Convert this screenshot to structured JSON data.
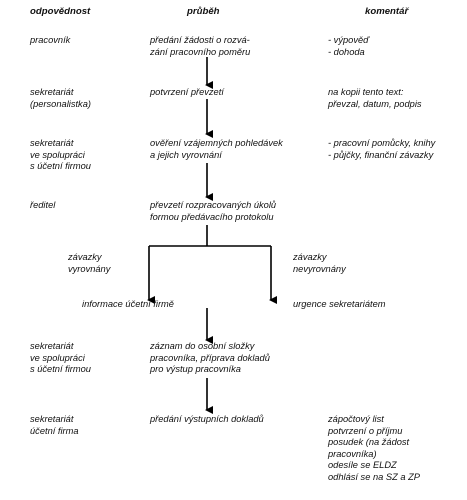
{
  "headers": {
    "col1": "odpovědnost",
    "col2": "průběh",
    "col3": "komentář"
  },
  "steps": [
    {
      "responsible": [
        "pracovník"
      ],
      "process": [
        "předání žádosti o rozvá-",
        "zání pracovního poměru"
      ],
      "comment": [
        "- výpověď",
        "- dohoda"
      ]
    },
    {
      "responsible": [
        "sekretariát",
        "(personalistka)"
      ],
      "process": [
        "potvrzení převzetí"
      ],
      "comment": [
        "na kopii tento text:",
        "převzal, datum, podpis"
      ]
    },
    {
      "responsible": [
        "sekretariát",
        "ve spolupráci",
        "s účetní firmou"
      ],
      "process": [
        "ověření vzájemných pohledávek",
        "a jejich vyrovnání"
      ],
      "comment": [
        "- pracovní pomůcky, knihy",
        "- půjčky, finanční závazky"
      ]
    },
    {
      "responsible": [
        "ředitel"
      ],
      "process": [
        "převzetí rozpracovaných úkolů",
        "formou předávacího protokolu"
      ],
      "comment": []
    }
  ],
  "branches": {
    "left_condition": [
      "závazky",
      "vyrovnány"
    ],
    "right_condition": [
      "závazky",
      "nevyrovnány"
    ],
    "left_outcome": "informace účetní firmě",
    "right_outcome": "urgence sekretariátem"
  },
  "steps_after": [
    {
      "responsible": [
        "sekretariát",
        "ve spolupráci",
        "s účetní firmou"
      ],
      "process": [
        "záznam do osobní složky",
        "pracovníka, příprava dokladů",
        "pro výstup pracovníka"
      ],
      "comment": []
    },
    {
      "responsible": [
        "sekretariát",
        "účetní firma"
      ],
      "process": [
        "předání výstupních dokladů"
      ],
      "comment": [
        "zápočtový list",
        "potvrzení o příjmu",
        "posudek (na žádost",
        "pracovníka)",
        "odesíle se ELDZ",
        "odhlásí se na SZ a ZP"
      ]
    }
  ]
}
